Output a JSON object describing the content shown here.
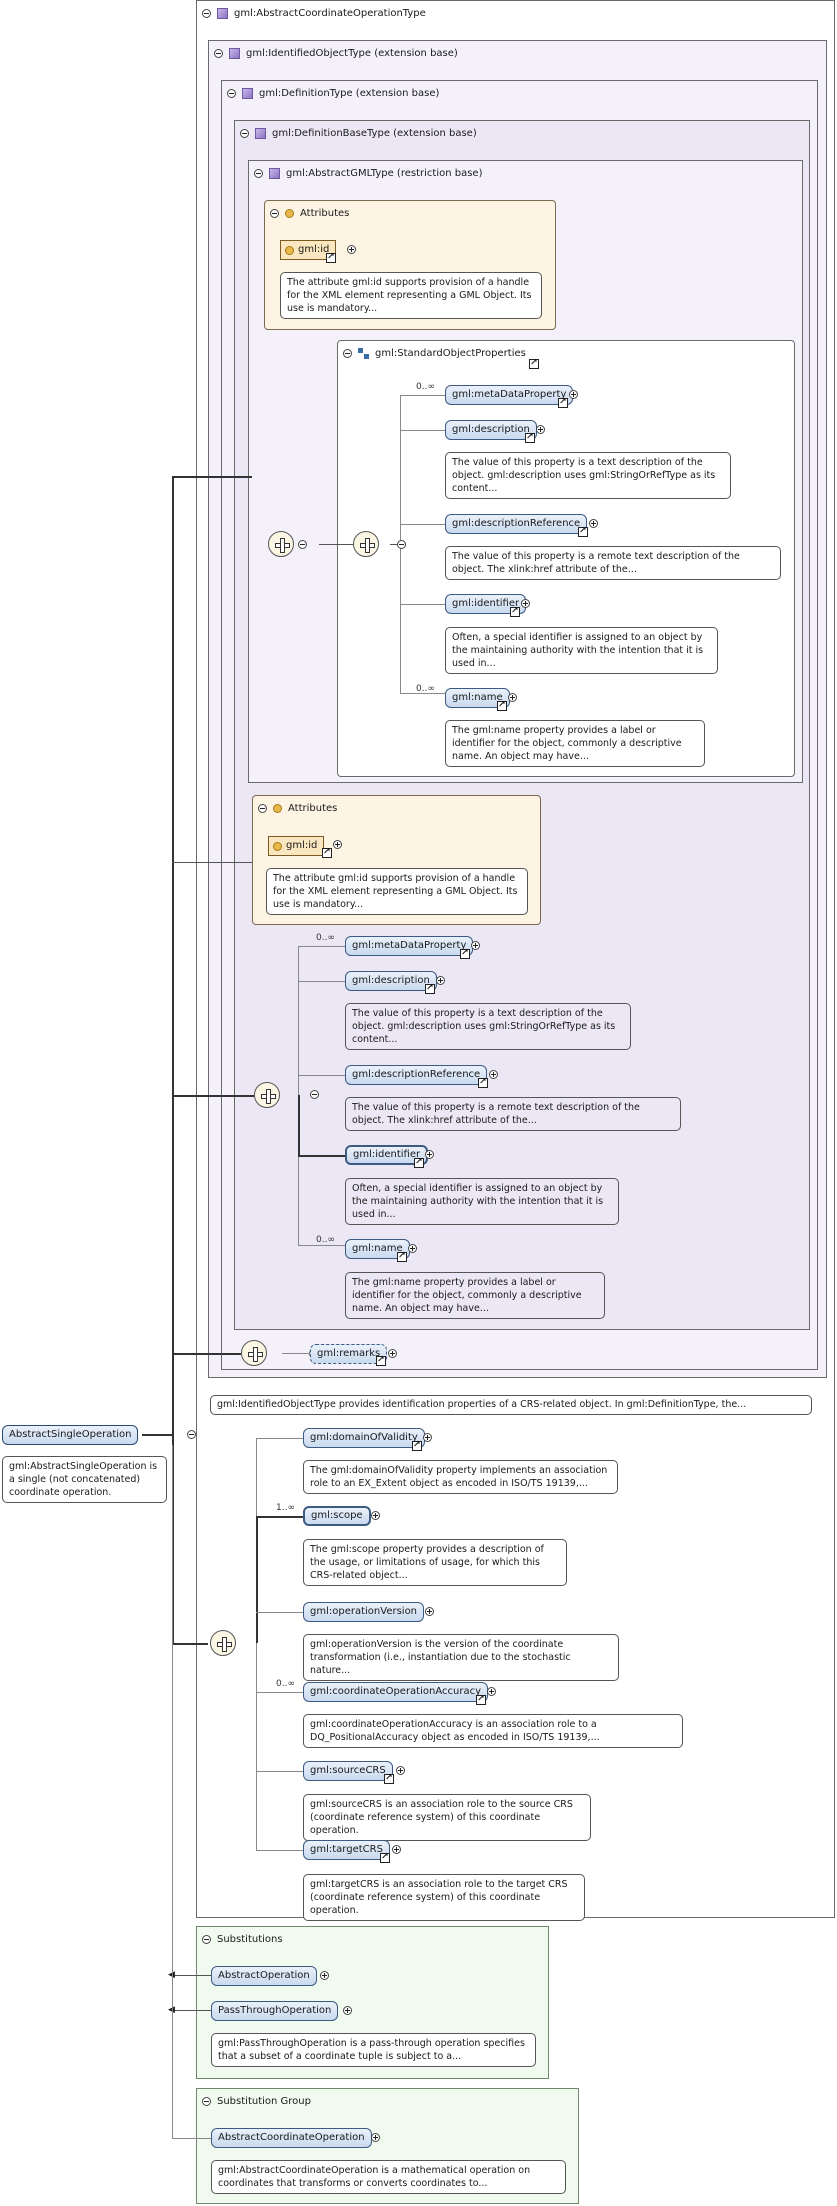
{
  "root": {
    "name": "AbstractSingleOperation",
    "doc": "gml:AbstractSingleOperation is a single (not concatenated) coordinate operation."
  },
  "type_box": {
    "title": "gml:AbstractCoordinateOperationType"
  },
  "identified": {
    "title": "gml:IdentifiedObjectType (extension base)",
    "doc": "gml:IdentifiedObjectType provides identification properties of a CRS-related object. In gml:DefinitionType, the..."
  },
  "definition": {
    "title": "gml:DefinitionType (extension base)"
  },
  "definition_base": {
    "title": "gml:DefinitionBaseType (extension base)"
  },
  "abstract_gml": {
    "title": "gml:AbstractGMLType (restriction base)"
  },
  "attributes_inner": {
    "title": "Attributes",
    "id_label": "gml:id",
    "doc": "The attribute gml:id supports provision of a handle for the XML element representing a GML Object. Its use is mandatory..."
  },
  "std_props": {
    "title": "gml:StandardObjectProperties",
    "items": [
      {
        "card": "0..∞",
        "label": "gml:metaDataProperty",
        "doc": ""
      },
      {
        "card": "",
        "label": "gml:description",
        "doc": "The value of this property is a text description of the object. gml:description uses gml:StringOrRefType as its content..."
      },
      {
        "card": "",
        "label": "gml:descriptionReference",
        "doc": "The value of this property is a remote text description of the object. The xlink:href attribute of the..."
      },
      {
        "card": "",
        "label": "gml:identifier",
        "doc": "Often, a special identifier is assigned to an object by the maintaining authority with the intention that it is used in..."
      },
      {
        "card": "0..∞",
        "label": "gml:name",
        "doc": "The gml:name property provides a label or identifier for the object, commonly a descriptive name. An object may have..."
      }
    ]
  },
  "attributes_outer": {
    "title": "Attributes",
    "id_label": "gml:id",
    "doc": "The attribute gml:id supports provision of a handle for the XML element representing a GML Object. Its use is mandatory..."
  },
  "def_seq": {
    "items": [
      {
        "card": "0..∞",
        "label": "gml:metaDataProperty",
        "doc": ""
      },
      {
        "card": "",
        "label": "gml:description",
        "doc": "The value of this property is a text description of the object. gml:description uses gml:StringOrRefType as its content..."
      },
      {
        "card": "",
        "label": "gml:descriptionReference",
        "doc": "The value of this property is a remote text description of the object. The xlink:href attribute of the..."
      },
      {
        "card": "",
        "label": "gml:identifier",
        "doc": "Often, a special identifier is assigned to an object by the maintaining authority with the intention that it is used in..."
      },
      {
        "card": "0..∞",
        "label": "gml:name",
        "doc": "The gml:name property provides a label or identifier for the object, commonly a descriptive name. An object may have..."
      }
    ]
  },
  "remarks": {
    "label": "gml:remarks"
  },
  "op_seq": {
    "items": [
      {
        "card": "",
        "label": "gml:domainOfValidity",
        "doc": "The gml:domainOfValidity property implements an association role to an EX_Extent object as encoded in ISO/TS 19139,..."
      },
      {
        "card": "1..∞",
        "label": "gml:scope",
        "doc": "The gml:scope property provides a description of the usage, or limitations of usage, for which this CRS-related object..."
      },
      {
        "card": "",
        "label": "gml:operationVersion",
        "doc": "gml:operationVersion is the version of the coordinate transformation (i.e., instantiation due to the stochastic nature..."
      },
      {
        "card": "0..∞",
        "label": "gml:coordinateOperationAccuracy",
        "doc": "gml:coordinateOperationAccuracy is an association role to a DQ_PositionalAccuracy object as encoded in ISO/TS 19139,..."
      },
      {
        "card": "",
        "label": "gml:sourceCRS",
        "doc": "gml:sourceCRS is an association role to the source CRS (coordinate reference system) of this coordinate operation."
      },
      {
        "card": "",
        "label": "gml:targetCRS",
        "doc": "gml:targetCRS is an association role to the target CRS (coordinate reference system) of this coordinate operation."
      }
    ]
  },
  "substitutions": {
    "title": "Substitutions",
    "items": [
      {
        "label": "AbstractOperation",
        "doc": ""
      },
      {
        "label": "PassThroughOperation",
        "doc": "gml:PassThroughOperation is a pass-through operation specifies that a subset of a coordinate tuple is subject to a..."
      }
    ]
  },
  "subst_group": {
    "title": "Substitution Group",
    "label": "AbstractCoordinateOperation",
    "doc": "gml:AbstractCoordinateOperation is a mathematical operation on coordinates that transforms or converts coordinates to..."
  }
}
